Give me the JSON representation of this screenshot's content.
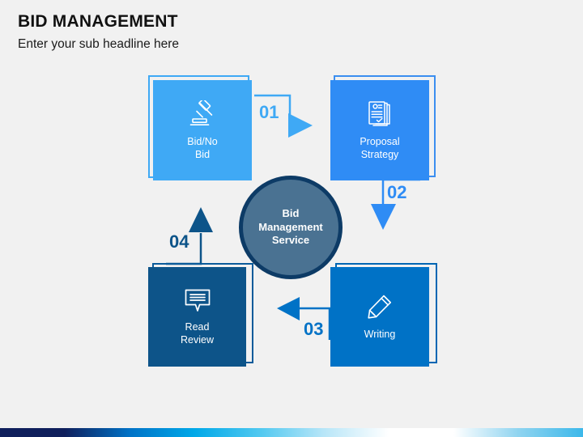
{
  "header": {
    "title": "BID MANAGEMENT",
    "subtitle": "Enter your sub headline here"
  },
  "center": {
    "label": "Bid\nManagement\nService",
    "fill_color": "#4a7292",
    "ring_color": "#0d3b66"
  },
  "nodes": [
    {
      "id": "bid-no-bid",
      "label": "Bid/No\nBid",
      "icon": "gavel-icon",
      "fill_color": "#3fa9f5",
      "frame_color": "#3fa9f5"
    },
    {
      "id": "proposal-strategy",
      "label": "Proposal\nStrategy",
      "icon": "documents-checklist-icon",
      "fill_color": "#2f8cf5",
      "frame_color": "#3b8ef0"
    },
    {
      "id": "writing",
      "label": "Writing",
      "icon": "pencil-icon",
      "fill_color": "#0072c6",
      "frame_color": "#0066b3"
    },
    {
      "id": "read-review",
      "label": "Read\nReview",
      "icon": "chat-bubble-icon",
      "fill_color": "#0d5489",
      "frame_color": "#0a5b9a"
    }
  ],
  "steps": [
    {
      "id": "01",
      "number": "01",
      "direction": "right",
      "color": "#3fa9f5"
    },
    {
      "id": "02",
      "number": "02",
      "direction": "down",
      "color": "#2f8cf5"
    },
    {
      "id": "03",
      "number": "03",
      "direction": "left",
      "color": "#0072c6"
    },
    {
      "id": "04",
      "number": "04",
      "direction": "up",
      "color": "#0d5489"
    }
  ],
  "bottom_bar": {
    "gradient_stops": [
      "#0f1f5c",
      "#0f1f5c",
      "#0072c6",
      "#00a8e8",
      "#4fc8f0",
      "#b8e6f8",
      "#ffffff",
      "#ffffff",
      "#8fd4f0",
      "#3cb8ea"
    ]
  },
  "background_color": "#f1f1f1"
}
